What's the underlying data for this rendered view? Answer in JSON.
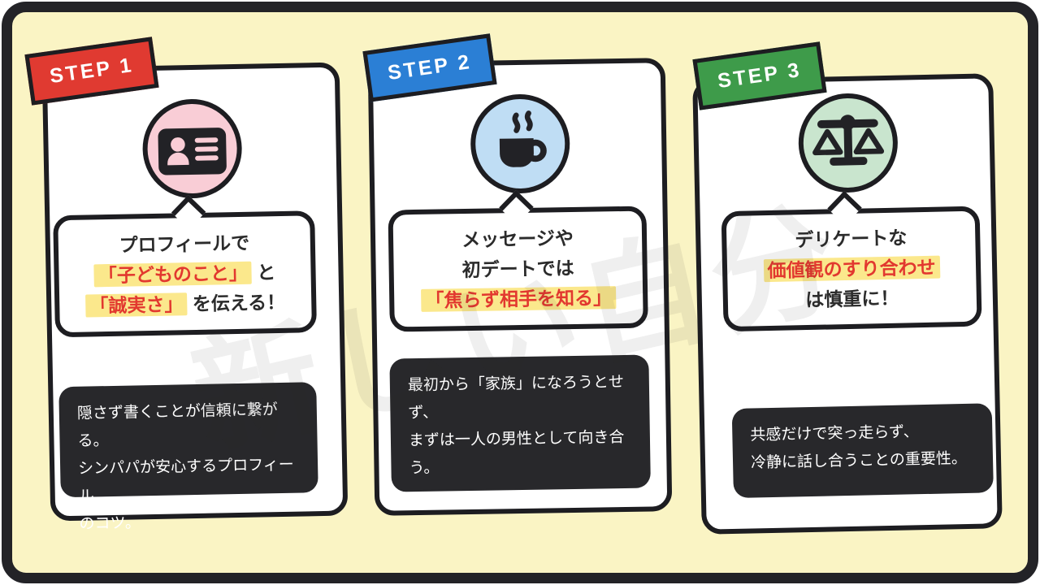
{
  "watermark": "新しい自分",
  "colors": {
    "background": "#FAF4C4",
    "frame_border": "#232327",
    "card_border": "#1d1d21",
    "note_bg": "#28282b",
    "accent_red": "#E2382F",
    "highlight_yellow": "#FBE88C",
    "badge_red": "#E03A31",
    "badge_blue": "#2B7FD5",
    "badge_green": "#3E9B4A",
    "icon_pink": "#F9CDD6",
    "icon_blue": "#BFDDF4",
    "icon_green": "#C9E5CE"
  },
  "steps": [
    {
      "badge": "STEP 1",
      "badge_color": "#E03A31",
      "icon": "id-card-icon",
      "icon_bg": "#F9CDD6",
      "bubble": [
        [
          {
            "t": "プロフィールで",
            "s": "plain"
          }
        ],
        [
          {
            "t": "「子どものこと」",
            "s": "hl"
          },
          {
            "t": " と",
            "s": "plain"
          }
        ],
        [
          {
            "t": "「誠実さ」",
            "s": "hl"
          },
          {
            "t": " を伝える！",
            "s": "plain"
          }
        ]
      ],
      "note": [
        "隠さず書くことが信頼に繋がる。",
        "シンパパが安心するプロフィール",
        "のコツ。"
      ]
    },
    {
      "badge": "STEP 2",
      "badge_color": "#2B7FD5",
      "icon": "coffee-cup-icon",
      "icon_bg": "#BFDDF4",
      "bubble": [
        [
          {
            "t": "メッセージや",
            "s": "plain"
          }
        ],
        [
          {
            "t": "初デートでは",
            "s": "plain"
          }
        ],
        [
          {
            "t": "「焦らず相手を知る」",
            "s": "hl"
          }
        ]
      ],
      "note": [
        "最初から「家族」になろうとせ",
        "ず、",
        "まずは一人の男性として向き合",
        "う。"
      ]
    },
    {
      "badge": "STEP 3",
      "badge_color": "#3E9B4A",
      "icon": "balance-scale-icon",
      "icon_bg": "#C9E5CE",
      "bubble": [
        [
          {
            "t": "デリケートな",
            "s": "plain"
          }
        ],
        [
          {
            "t": "価値観のすり合わせ",
            "s": "hl"
          }
        ],
        [
          {
            "t": "は慎重に！",
            "s": "plain"
          }
        ]
      ],
      "note": [
        "共感だけで突っ走らず、",
        "冷静に話し合うことの重要性。"
      ]
    }
  ]
}
